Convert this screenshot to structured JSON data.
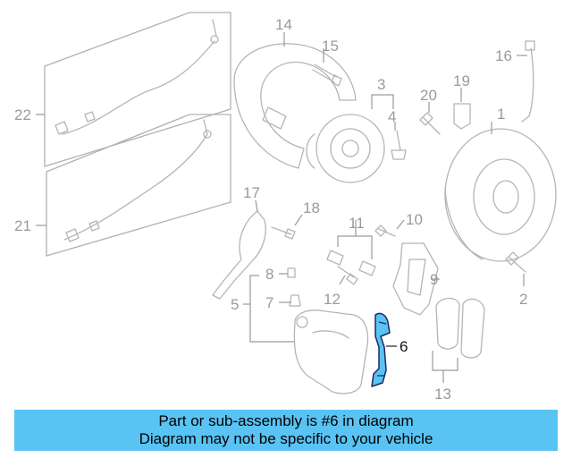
{
  "callouts": {
    "c1": "1",
    "c2": "2",
    "c3": "3",
    "c4": "4",
    "c5": "5",
    "c6": "6",
    "c7": "7",
    "c8": "8",
    "c9": "9",
    "c10": "10",
    "c11": "11",
    "c12": "12",
    "c13": "13",
    "c14": "14",
    "c15": "15",
    "c16": "16",
    "c17": "17",
    "c18": "18",
    "c19": "19",
    "c20": "20",
    "c21": "21",
    "c22": "22"
  },
  "highlight": {
    "part": "6",
    "color": "#59c3f4"
  },
  "banner": {
    "line1": "Part or sub-assembly is #6 in diagram",
    "line2": "Diagram may not be specific to your vehicle"
  },
  "colors": {
    "banner_bg": "#59c3f4",
    "linework": "#b5b5b5",
    "callout_text": "#9a9a9a"
  }
}
